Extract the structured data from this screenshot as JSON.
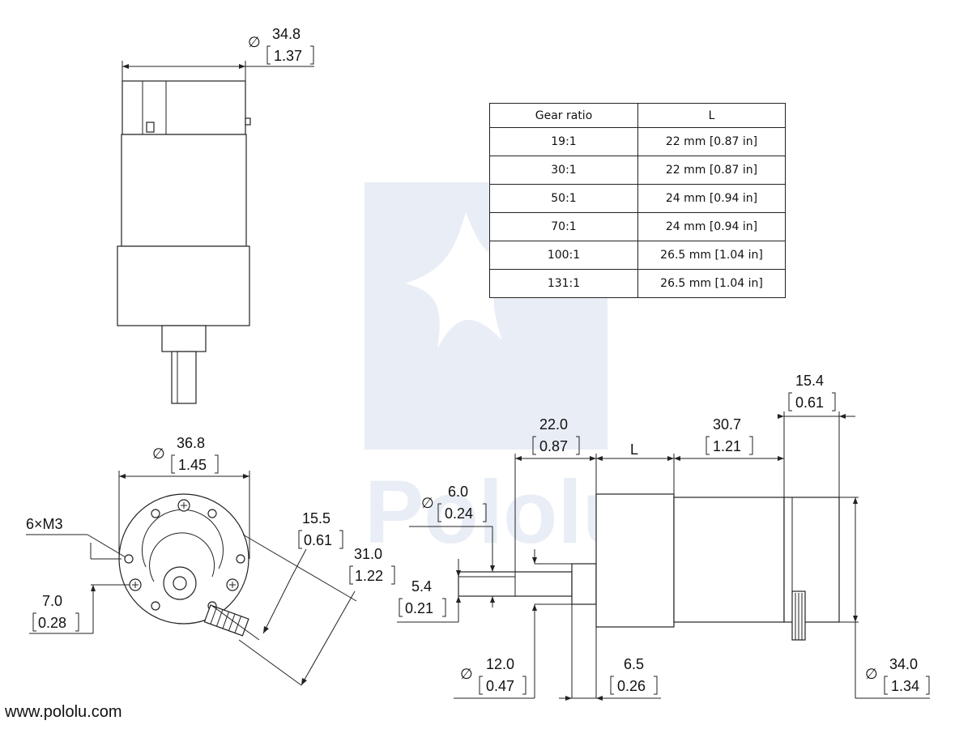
{
  "watermark": {
    "text": "Pololu",
    "color": "#e8ecf4"
  },
  "top_view": {
    "diameter": {
      "mm": "34.8",
      "in": "1.37"
    }
  },
  "end_view": {
    "diameter": {
      "mm": "36.8",
      "in": "1.45"
    },
    "screws": "6×M3",
    "offset": {
      "mm": "7.0",
      "in": "0.28"
    },
    "radius_small": {
      "mm": "15.5",
      "in": "0.61"
    },
    "radius_large": {
      "mm": "31.0",
      "in": "1.22"
    }
  },
  "side_view": {
    "shaft_length": {
      "mm": "22.0",
      "in": "0.87"
    },
    "gearbox_label": "L",
    "motor_length": {
      "mm": "30.7",
      "in": "1.21"
    },
    "encoder_length": {
      "mm": "15.4",
      "in": "0.61"
    },
    "shaft_diameter": {
      "mm": "6.0",
      "in": "0.24"
    },
    "flat_height": {
      "mm": "5.4",
      "in": "0.21"
    },
    "collar_diameter": {
      "mm": "12.0",
      "in": "0.47"
    },
    "collar_length": {
      "mm": "6.5",
      "in": "0.26"
    },
    "body_diameter": {
      "mm": "34.0",
      "in": "1.34"
    }
  },
  "table": {
    "headers": [
      "Gear ratio",
      "L"
    ],
    "rows": [
      [
        "19:1",
        "22 mm [0.87 in]"
      ],
      [
        "30:1",
        "22 mm [0.87 in]"
      ],
      [
        "50:1",
        "24 mm [0.94 in]"
      ],
      [
        "70:1",
        "24 mm [0.94 in]"
      ],
      [
        "100:1",
        "26.5 mm [1.04 in]"
      ],
      [
        "131:1",
        "26.5 mm [1.04 in]"
      ]
    ]
  },
  "symbols": {
    "diameter": "∅"
  },
  "footer": {
    "url": "www.pololu.com"
  }
}
